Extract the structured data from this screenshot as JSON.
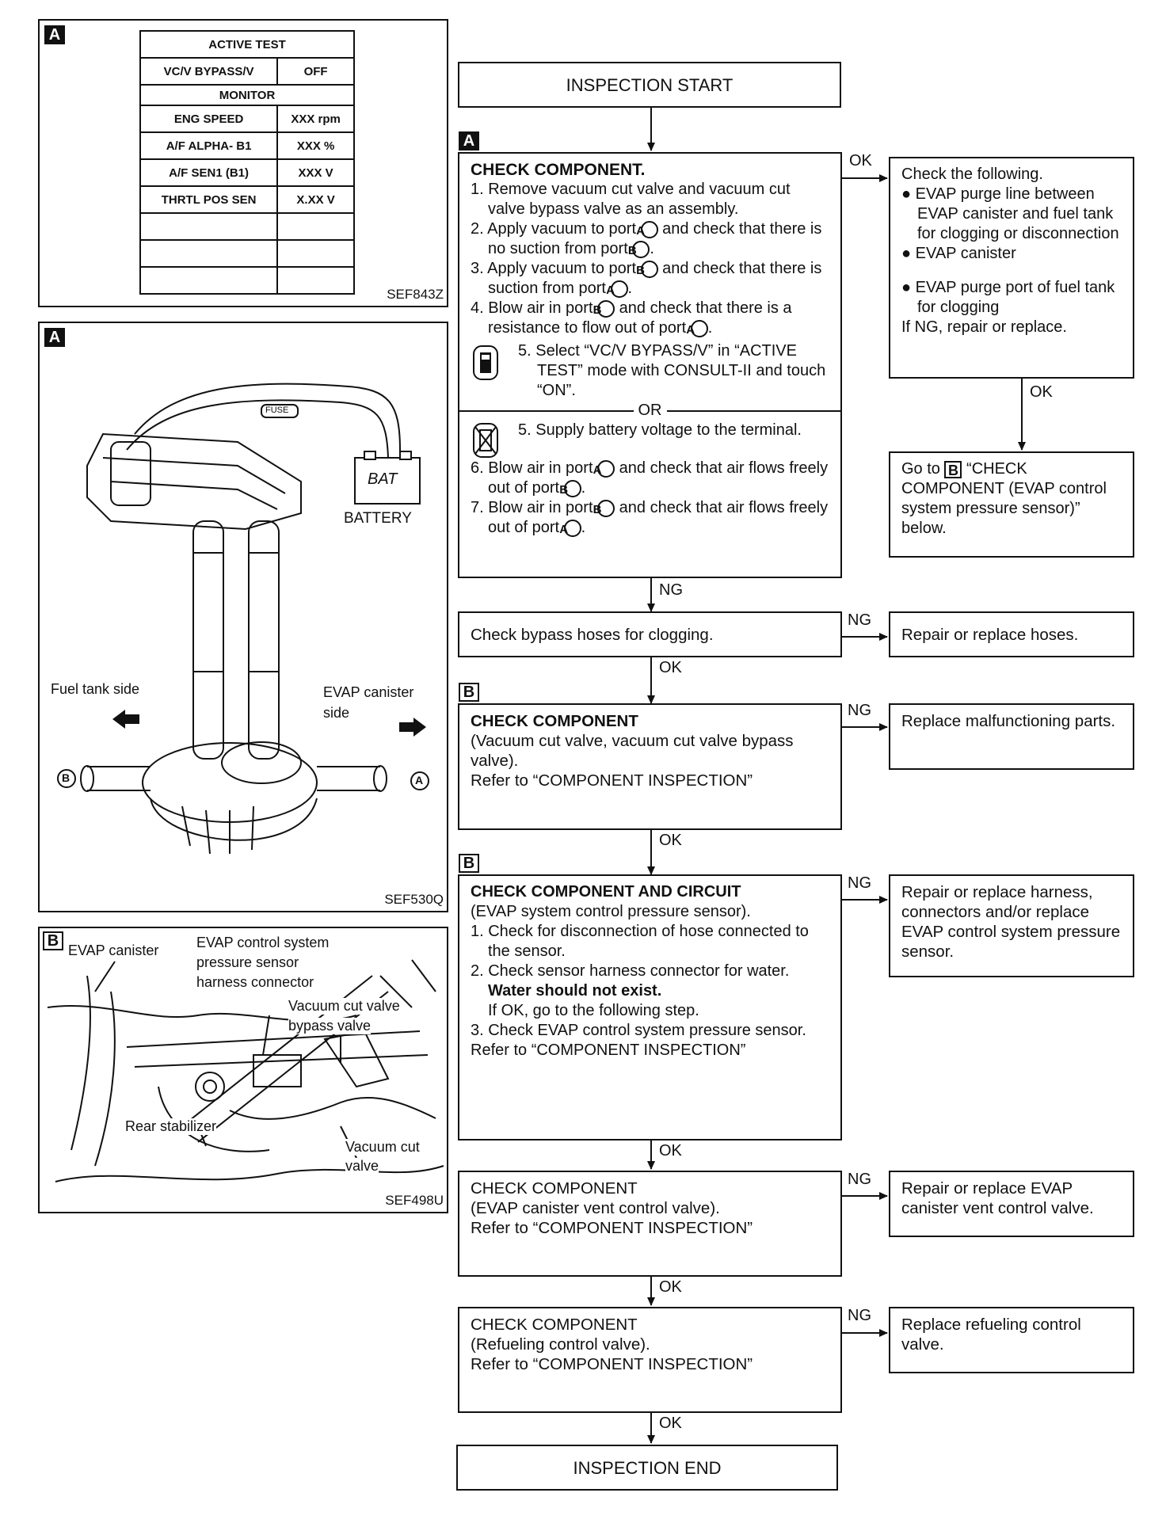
{
  "panels": {
    "a1": {
      "tag": "A",
      "code": "SEF843Z",
      "table": {
        "header": "ACTIVE TEST",
        "test_row": [
          "VC/V BYPASS/V",
          "OFF"
        ],
        "monitor": "MONITOR",
        "rows": [
          [
            "ENG SPEED",
            "XXX rpm"
          ],
          [
            "A/F ALPHA- B1",
            "XXX %"
          ],
          [
            "A/F SEN1 (B1)",
            "XXX V"
          ],
          [
            "THRTL POS SEN",
            "X.XX V"
          ]
        ]
      }
    },
    "a2": {
      "tag": "A",
      "code": "SEF530Q",
      "fuse": "FUSE",
      "bat": "BAT",
      "battery": "BATTERY",
      "fuel_side": "Fuel tank side",
      "evap_side_1": "EVAP canister",
      "evap_side_2": "side",
      "port_a": "A",
      "port_b": "B"
    },
    "b": {
      "tag": "B",
      "code": "SEF498U",
      "evap_canister": "EVAP canister",
      "sensor_1": "EVAP control system",
      "sensor_2": "pressure sensor",
      "sensor_3": "harness connector",
      "bypass_1": "Vacuum cut valve",
      "bypass_2": "bypass valve",
      "stabilizer": "Rear stabilizer",
      "cut_1": "Vacuum cut",
      "cut_2": "valve"
    }
  },
  "flow": {
    "start": "INSPECTION START",
    "end": "INSPECTION END",
    "step1": {
      "tag": "A",
      "title": "CHECK COMPONENT.",
      "s1": "1. Remove vacuum cut valve and vacuum cut valve bypass valve as an assembly.",
      "s2a": "2. Apply vacuum to port",
      "s2b": "and check that there is no suction from port",
      "s3a": "3. Apply vacuum to port",
      "s3b": "and check that there is suction from port",
      "s4a": "4. Blow air in port",
      "s4b": "and check that there is a resistance to flow out of port",
      "s5a": "5. Select “VC/V BYPASS/V” in “ACTIVE TEST” mode with CONSULT-II and touch “ON”.",
      "or": "OR",
      "s5b": "5. Supply battery voltage to the terminal.",
      "s6a": "6. Blow air in port",
      "s6b": "and check that air flows freely out of port",
      "s7a": "7. Blow air in port",
      "s7b": "and check that air flows freely out of port",
      "port_a": "A",
      "port_b": "B"
    },
    "ok_side": {
      "intro": "Check the following.",
      "b1": "EVAP purge line between EVAP canister and fuel tank for clogging or disconnection",
      "b2": "EVAP canister",
      "b3": "EVAP purge port of fuel tank for clogging",
      "ng": "If NG, repair or replace."
    },
    "goto": {
      "pre": "Go to",
      "tag": "B",
      "post": "“CHECK COMPONENT (EVAP control system pressure sensor)” below."
    },
    "step2": {
      "text": "Check bypass hoses for clogging.",
      "ng_text": "Repair or replace hoses."
    },
    "step3": {
      "tag": "B",
      "title": "CHECK COMPONENT",
      "body": "(Vacuum cut valve, vacuum cut valve bypass valve).",
      "ref": "Refer to “COMPONENT INSPECTION”",
      "ng_text": "Replace malfunctioning parts."
    },
    "step4": {
      "tag": "B",
      "title": "CHECK COMPONENT AND CIRCUIT",
      "body": "(EVAP system control pressure sensor).",
      "s1": "1. Check for disconnection of hose connected to the sensor.",
      "s2": "2. Check sensor harness connector for water.",
      "warn": "Water should not exist.",
      "ifok": "If OK, go to the following step.",
      "s3": "3. Check EVAP control system pressure sensor.",
      "ref": "Refer to “COMPONENT INSPECTION”",
      "ng_text": "Repair or replace harness, connectors and/or replace EVAP control system pressure sensor."
    },
    "step5": {
      "title": "CHECK COMPONENT",
      "body": "(EVAP canister vent control valve).",
      "ref": "Refer to “COMPONENT INSPECTION”",
      "ng_text": "Repair or replace EVAP canister vent control valve."
    },
    "step6": {
      "title": "CHECK COMPONENT",
      "body": "(Refueling control valve).",
      "ref": "Refer to “COMPONENT INSPECTION”",
      "ng_text": "Replace refueling control valve."
    },
    "labels": {
      "ok": "OK",
      "ng": "NG"
    }
  }
}
